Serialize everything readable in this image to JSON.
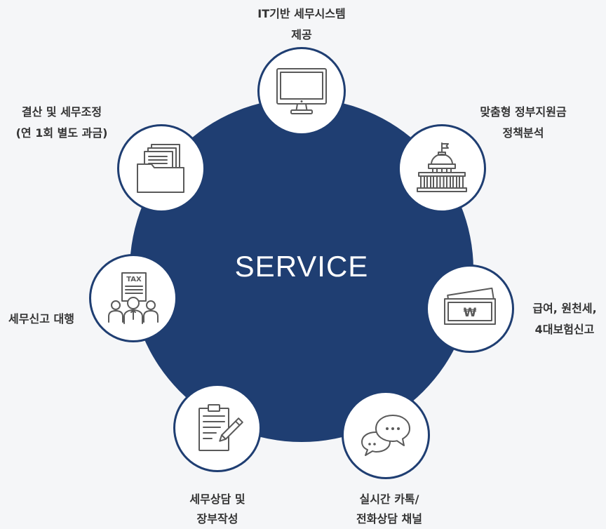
{
  "center": {
    "title": "SERVICE"
  },
  "services": [
    {
      "lines": [
        "IT기반 세무시스템",
        "제공"
      ],
      "icon": "monitor-icon"
    },
    {
      "lines": [
        "맞춤형 정부지원금",
        "정책분석"
      ],
      "icon": "government-building-icon"
    },
    {
      "lines": [
        "급여, 원천세,",
        "4대보험신고"
      ],
      "icon": "banknote-won-icon",
      "icon_text": "₩"
    },
    {
      "lines": [
        "실시간 카톡/",
        "전화상담 채널"
      ],
      "icon": "chat-bubbles-icon"
    },
    {
      "lines": [
        "세무상담 및",
        "장부작성"
      ],
      "icon": "clipboard-pen-icon"
    },
    {
      "lines": [
        "세무신고 대행"
      ],
      "icon": "tax-document-people-icon",
      "icon_text": "TAX"
    },
    {
      "lines": [
        "결산 및 세무조정",
        "(연 1회 별도 과금)"
      ],
      "icon": "folder-documents-icon"
    }
  ],
  "colors": {
    "navy": "#1f3e72",
    "background": "#f5f6f8",
    "icon": "#5a5a5a",
    "text": "#333333",
    "node_fill": "#ffffff"
  }
}
